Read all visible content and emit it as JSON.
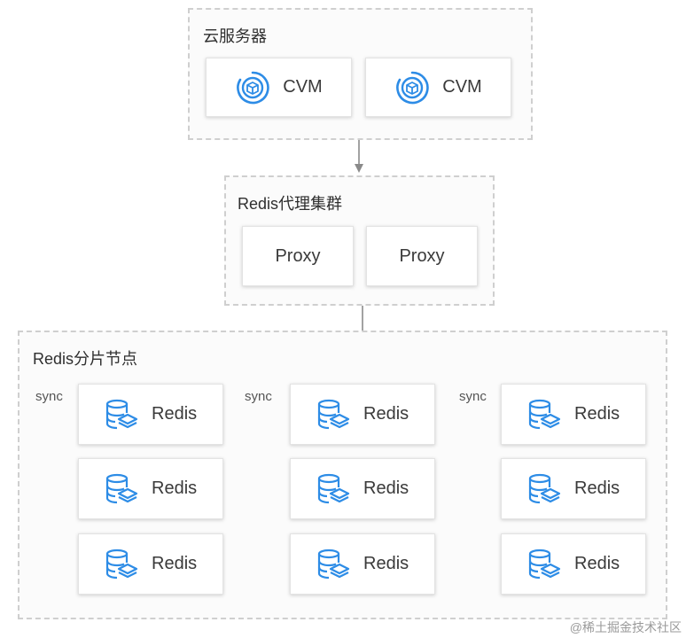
{
  "cloud_servers": {
    "title": "云服务器",
    "nodes": [
      {
        "label": "CVM",
        "icon": "cvm-icon"
      },
      {
        "label": "CVM",
        "icon": "cvm-icon"
      }
    ]
  },
  "proxy_cluster": {
    "title": "Redis代理集群",
    "nodes": [
      {
        "label": "Proxy"
      },
      {
        "label": "Proxy"
      }
    ]
  },
  "shard_nodes": {
    "title": "Redis分片节点",
    "shards": [
      {
        "sync_label": "sync",
        "nodes": [
          {
            "label": "Redis"
          },
          {
            "label": "Redis"
          },
          {
            "label": "Redis"
          }
        ]
      },
      {
        "sync_label": "sync",
        "nodes": [
          {
            "label": "Redis"
          },
          {
            "label": "Redis"
          },
          {
            "label": "Redis"
          }
        ]
      },
      {
        "sync_label": "sync",
        "nodes": [
          {
            "label": "Redis"
          },
          {
            "label": "Redis"
          },
          {
            "label": "Redis"
          }
        ]
      }
    ],
    "node_icon": "database-icon"
  },
  "watermark": "@稀土掘金技术社区",
  "colors": {
    "icon_blue": "#2d8ce6",
    "line_gray": "#8a8a8a",
    "dashed_border": "#cfcfcf"
  }
}
